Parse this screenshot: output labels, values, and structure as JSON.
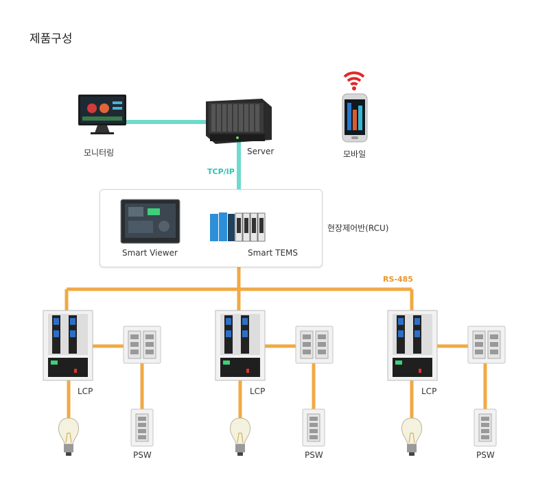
{
  "title": "제품구성",
  "labels": {
    "monitoring": "모니터링",
    "server": "Server",
    "mobile": "모바일",
    "tcpip": "TCP/IP",
    "smart_viewer": "Smart Viewer",
    "smart_tems": "Smart TEMS",
    "rcu": "현장제어반(RCU)",
    "rs485": "RS-485",
    "lcp": "LCP",
    "psw": "PSW"
  },
  "colors": {
    "network_line": "#5fd6c8",
    "bus_line": "#f0a030",
    "tcpip_text": "#2ec4b0",
    "rs485_text": "#e8962a"
  },
  "icons": [
    "monitor-icon",
    "server-rack-icon",
    "smartphone-icon",
    "wifi-icon",
    "touch-panel-icon",
    "controller-modules-icon",
    "lcp-cabinet-icon",
    "wall-switch-icon",
    "light-bulb-icon"
  ]
}
